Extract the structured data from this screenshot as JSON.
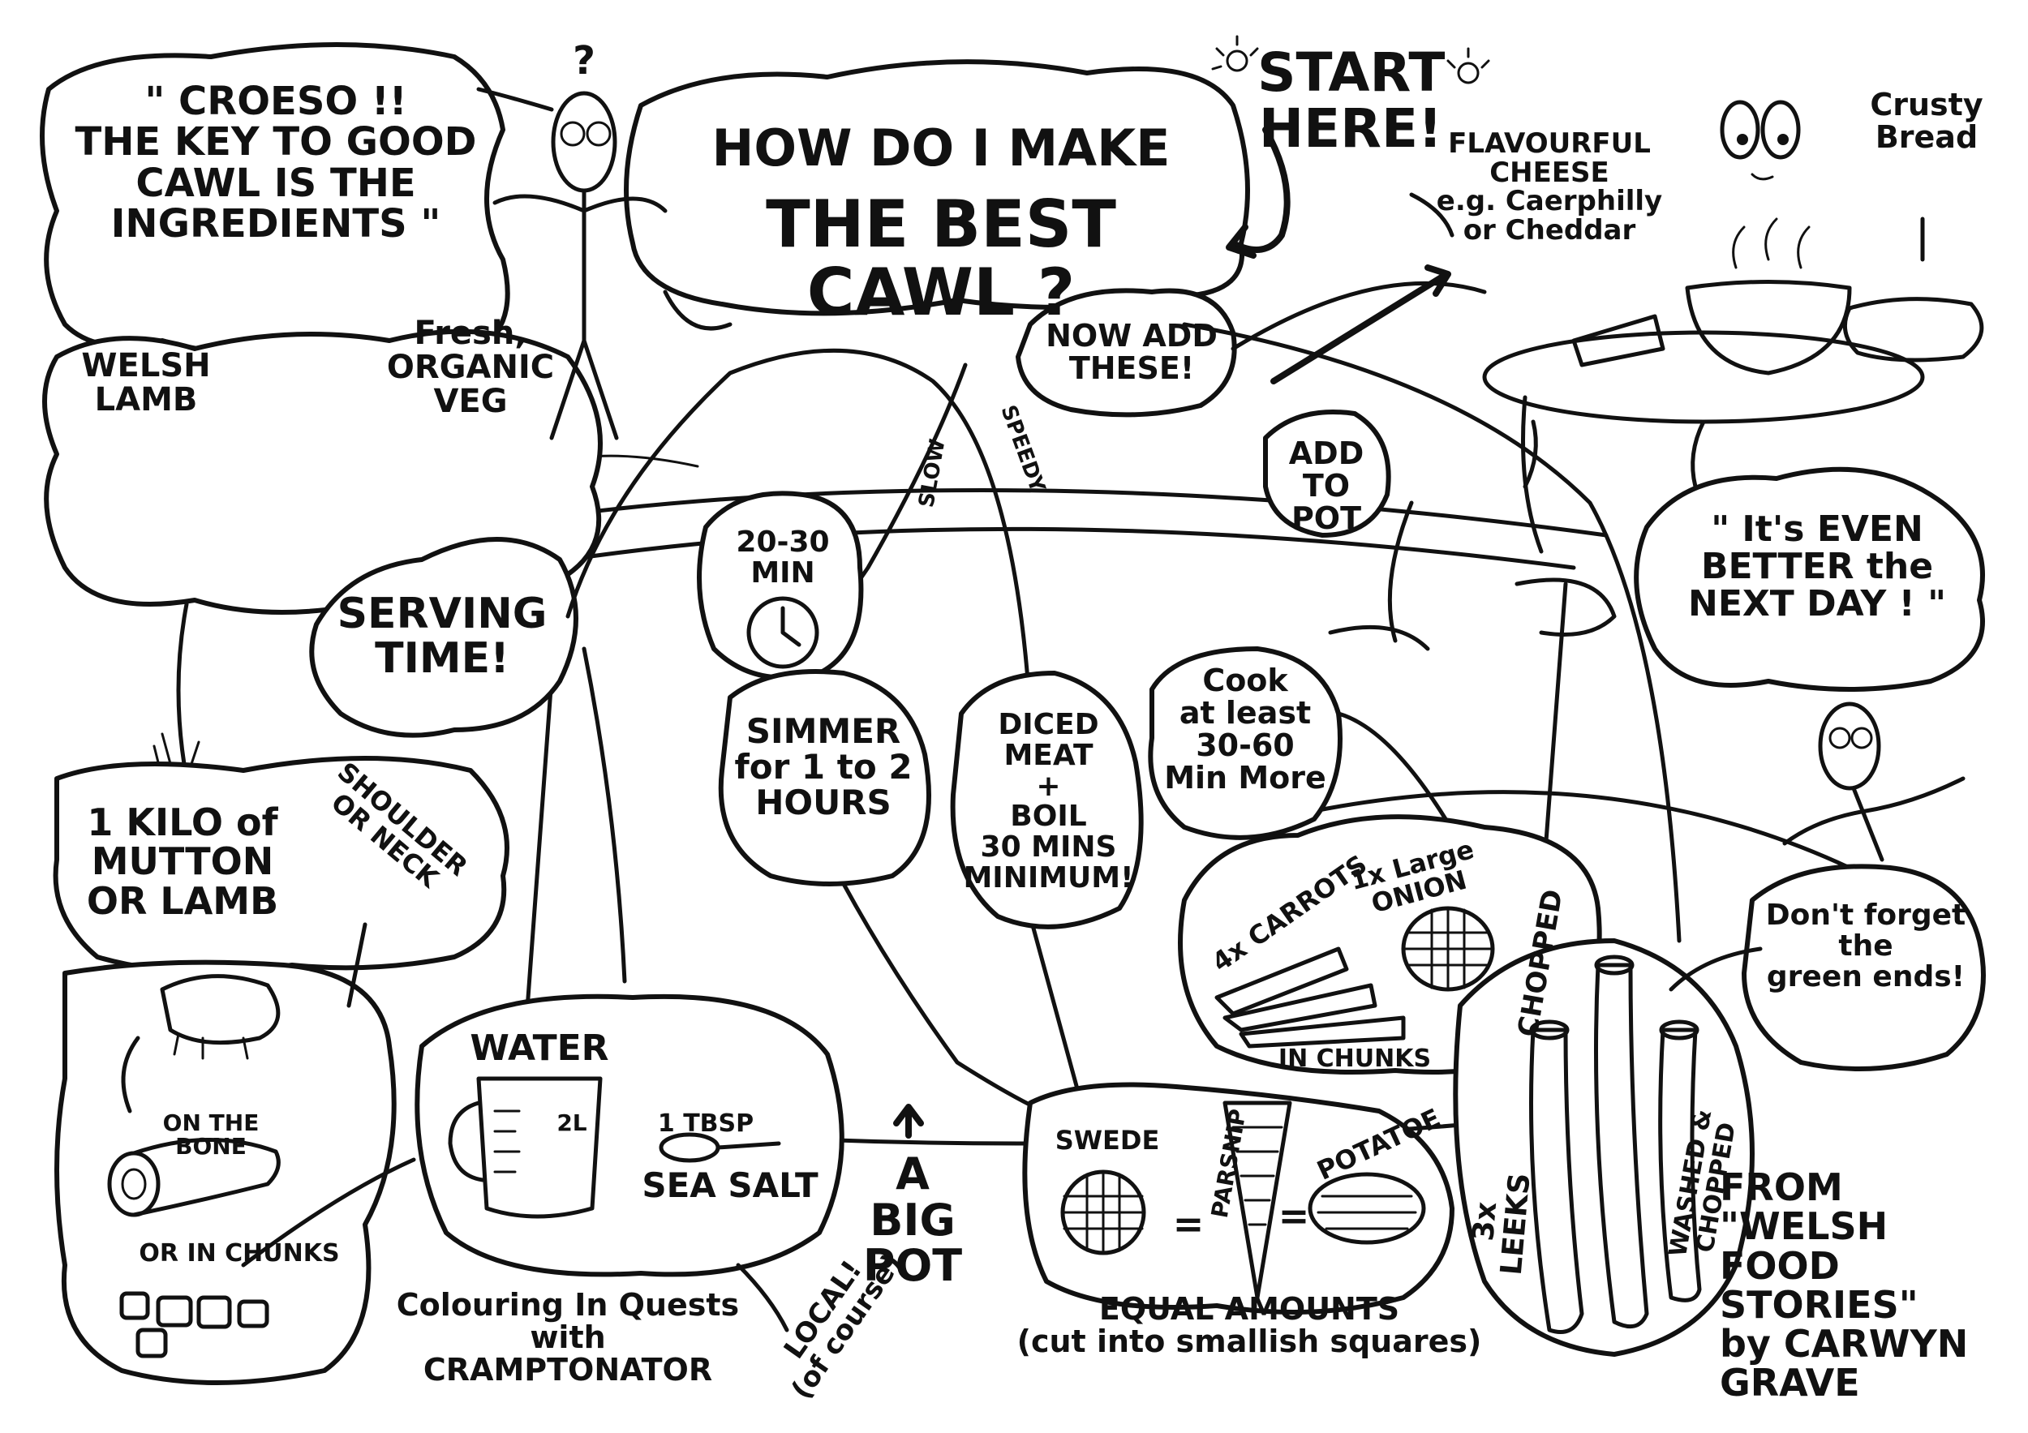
{
  "title": {
    "line1": "HOW DO I MAKE",
    "line2": "THE BEST CAWL ?"
  },
  "start_here": "START\nHERE!",
  "croeso_quote": "\" CROESO !!\nTHE KEY TO GOOD\nCAWL IS THE\nINGREDIENTS \"",
  "welsh_lamb": "WELSH\nLAMB",
  "fresh_veg": "Fresh, ORGANIC\nVEG",
  "serving_time": "SERVING\nTIME!",
  "now_add_these": "NOW ADD\nTHESE!",
  "slow_label": "SLOW",
  "speedy_label": "SPEEDY",
  "time_20_30": "20-30\nMIN",
  "simmer": "SIMMER\nfor 1 to 2\nHOURS",
  "diced_meat": "DICED\nMEAT\n+\nBOIL\n30 MINS\nMINIMUM!",
  "add_to_pot": "ADD\nTO POT",
  "cook_more": "Cook\nat least\n30-60\nMin More",
  "mutton": "1 KILO of\nMUTTON\nOR LAMB",
  "shoulder_neck": "SHOULDER\nOR NECK",
  "on_the_bone": "ON THE\nBONE",
  "or_in_chunks": "OR IN CHUNKS",
  "water": "WATER",
  "water_volume": "2L",
  "tbsp": "1 TBSP",
  "sea_salt": "SEA SALT",
  "big_pot": "A BIG\nPOT",
  "local": "LOCAL!\n(of course)",
  "colouring": "Colouring In Quests\nwith CRAMPTONATOR",
  "carrots": "4x CARROTS",
  "onion": "1x Large\nONION",
  "chopped": "CHOPPED",
  "in_chunks": "IN CHUNKS",
  "swede": "SWEDE",
  "parsnip": "PARSNIP",
  "potatoe": "POTATOE",
  "equals": "=",
  "equal_amounts": "EQUAL AMOUNTS\n(cut into smallish squares)",
  "leeks": "3x LEEKS",
  "washed_chopped": "WASHED & CHOPPED",
  "dont_forget": "Don't forget\nthe\ngreen ends!",
  "cheese": "FLAVOURFUL\nCHEESE\ne.g. Caerphilly\nor Cheddar",
  "crusty_bread": "Crusty\nBread",
  "even_better": "\" It's EVEN\nBETTER the\nNEXT DAY ! \"",
  "credit": "FROM \"WELSH\nFOOD STORIES\"\nby CARWYN\nGRAVE",
  "question_mark": "?"
}
